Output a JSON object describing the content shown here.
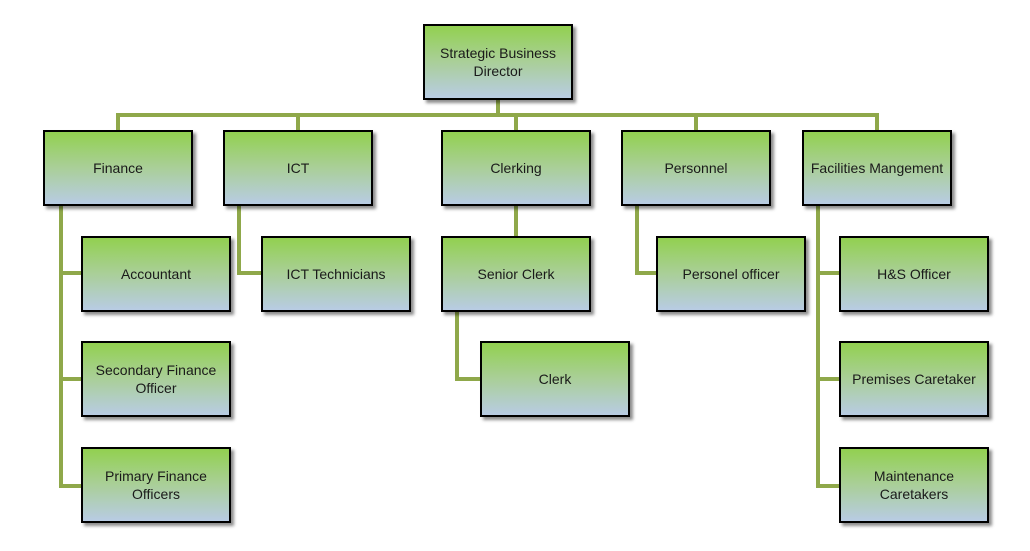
{
  "diagram": {
    "root": "Strategic Business Director",
    "departments": [
      {
        "label": "Finance",
        "children": [
          "Accountant",
          "Secondary Finance Officer",
          "Primary Finance Officers"
        ]
      },
      {
        "label": "ICT",
        "children": [
          "ICT Technicians"
        ]
      },
      {
        "label": "Clerking",
        "children": [
          "Senior Clerk"
        ],
        "grandchildren": [
          "Clerk"
        ]
      },
      {
        "label": "Personnel",
        "children": [
          "Personel officer"
        ]
      },
      {
        "label": "Facilities Mangement",
        "children": [
          "H&S Officer",
          "Premises Caretaker",
          "Maintenance Caretakers"
        ]
      }
    ],
    "colors": {
      "connector": "#8fa84a",
      "box_top": "#92d050",
      "box_bottom": "#b8cce4",
      "border": "#000000"
    }
  }
}
